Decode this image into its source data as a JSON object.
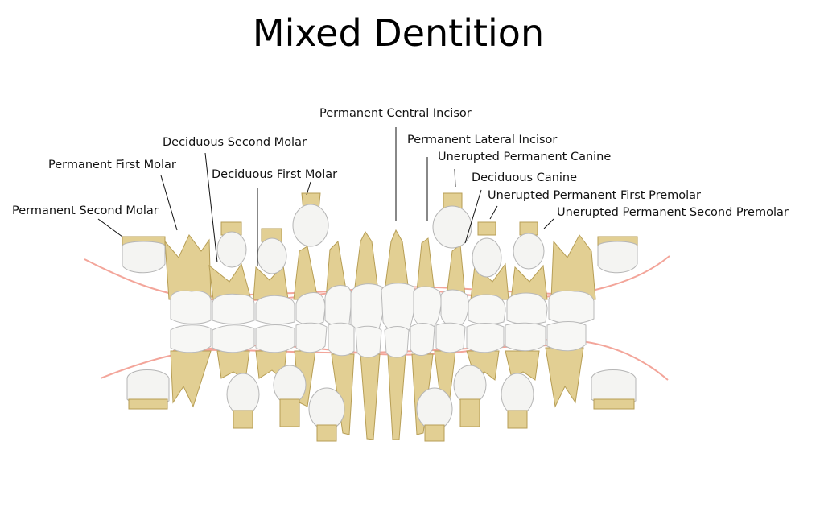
{
  "title": "Mixed Dentition",
  "labels": {
    "permanent_central_incisor": "Permanent Central Incisor",
    "permanent_lateral_incisor": "Permanent Lateral Incisor",
    "unerupted_permanent_canine": "Unerupted Permanent Canine",
    "deciduous_canine": "Deciduous Canine",
    "unerupted_permanent_first_premolar": "Unerupted Permanent First Premolar",
    "unerupted_permanent_second_premolar": "Unerupted Permanent Second Premolar",
    "deciduous_second_molar": "Deciduous Second Molar",
    "deciduous_first_molar": "Deciduous First Molar",
    "permanent_first_molar": "Permanent First Molar",
    "permanent_second_molar": "Permanent Second Molar"
  },
  "colors": {
    "root": "#e2cf93",
    "crown": "#f7f7f5",
    "gum_line": "#f3a59a",
    "text": "#111111"
  }
}
